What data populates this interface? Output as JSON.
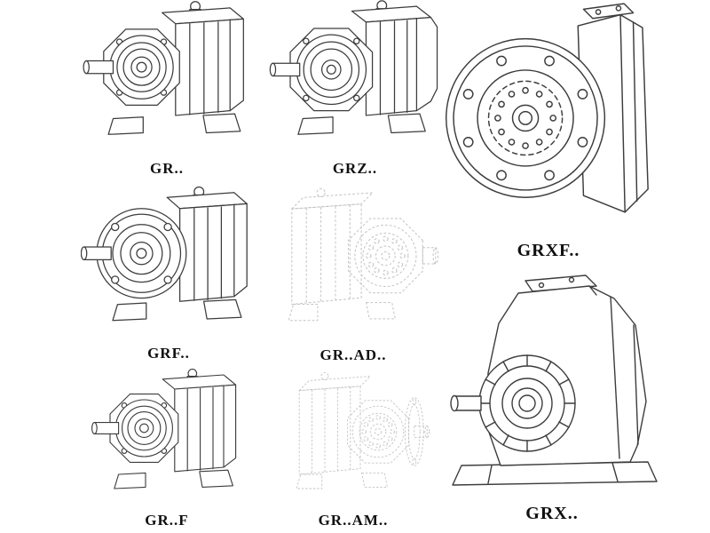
{
  "colors": {
    "background": "#ffffff",
    "line": "#3c3c3c",
    "ghost_line": "#c2c2c2",
    "label_text": "#101010"
  },
  "drawings": [
    {
      "id": "gr",
      "label": "GR..",
      "icon": "helical-gearbox-foot-mounted-drawing",
      "style": "solid"
    },
    {
      "id": "grz",
      "label": "GRZ..",
      "icon": "helical-gearbox-foot-mounted-drawing",
      "style": "solid"
    },
    {
      "id": "grxf",
      "label": "GRXF..",
      "icon": "helical-gearbox-flange-front-drawing",
      "style": "solid"
    },
    {
      "id": "grf",
      "label": "GRF..",
      "icon": "helical-gearbox-flange-mounted-drawing",
      "style": "solid"
    },
    {
      "id": "grad",
      "label": "GR..AD..",
      "icon": "helical-gearbox-input-adapter-drawing",
      "style": "ghost"
    },
    {
      "id": "grx",
      "label": "GRX..",
      "icon": "helical-gearbox-large-foot-drawing",
      "style": "solid"
    },
    {
      "id": "grff",
      "label": "GR..F",
      "icon": "helical-gearbox-foot-flange-drawing",
      "style": "solid"
    },
    {
      "id": "gram",
      "label": "GR..AM..",
      "icon": "helical-gearbox-motor-flange-drawing",
      "style": "ghost"
    }
  ]
}
